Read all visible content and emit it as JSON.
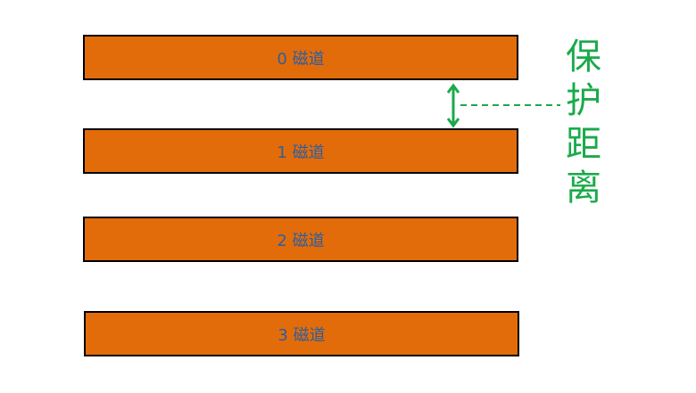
{
  "tracks": [
    {
      "label": "0 磁道"
    },
    {
      "label": "1 磁道"
    },
    {
      "label": "2 磁道"
    },
    {
      "label": "3 磁道"
    }
  ],
  "guard_label": "保护距离",
  "colors": {
    "track": "#e36c0a",
    "border": "#000000",
    "text": "#2e5e9e",
    "guard": "#1aaa4a"
  }
}
